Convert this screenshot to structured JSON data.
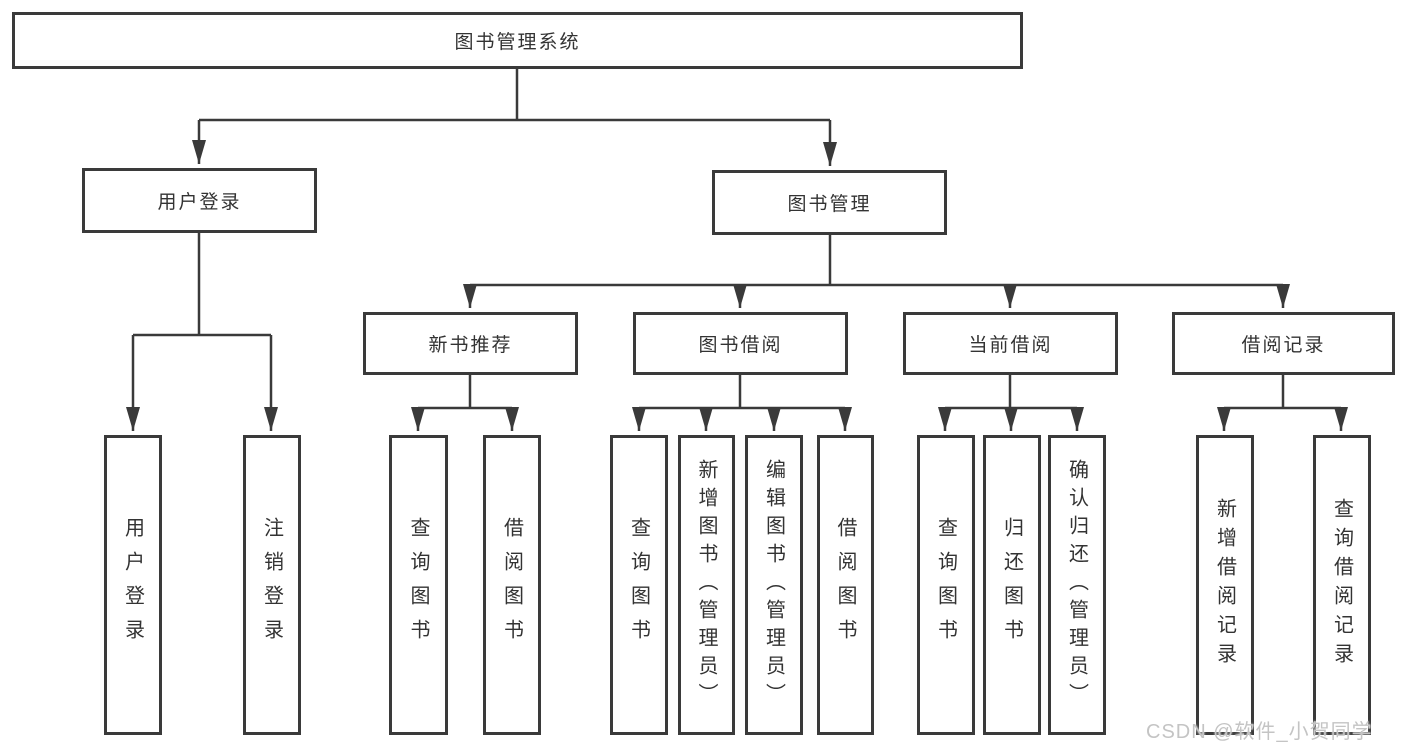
{
  "diagram": {
    "root": {
      "label": "图书管理系统"
    },
    "branches": [
      {
        "label": "用户登录",
        "children": [
          {
            "label": "用户登录"
          },
          {
            "label": "注销登录"
          }
        ]
      },
      {
        "label": "图书管理",
        "children": [
          {
            "label": "新书推荐",
            "children": [
              {
                "label": "查询图书"
              },
              {
                "label": "借阅图书"
              }
            ]
          },
          {
            "label": "图书借阅",
            "children": [
              {
                "label": "查询图书"
              },
              {
                "label": "新增图书（管理员）"
              },
              {
                "label": "编辑图书（管理员）"
              },
              {
                "label": "借阅图书"
              }
            ]
          },
          {
            "label": "当前借阅",
            "children": [
              {
                "label": "查询图书"
              },
              {
                "label": "归还图书"
              },
              {
                "label": "确认归还（管理员）"
              }
            ]
          },
          {
            "label": "借阅记录",
            "children": [
              {
                "label": "新增借阅记录"
              },
              {
                "label": "查询借阅记录"
              }
            ]
          }
        ]
      }
    ]
  },
  "watermark": {
    "text": "CSDN @软件_小贺同学"
  },
  "colors": {
    "line": "#3a3a3a",
    "text": "#333333",
    "watermark": "#c4c4c4",
    "background": "#ffffff"
  }
}
